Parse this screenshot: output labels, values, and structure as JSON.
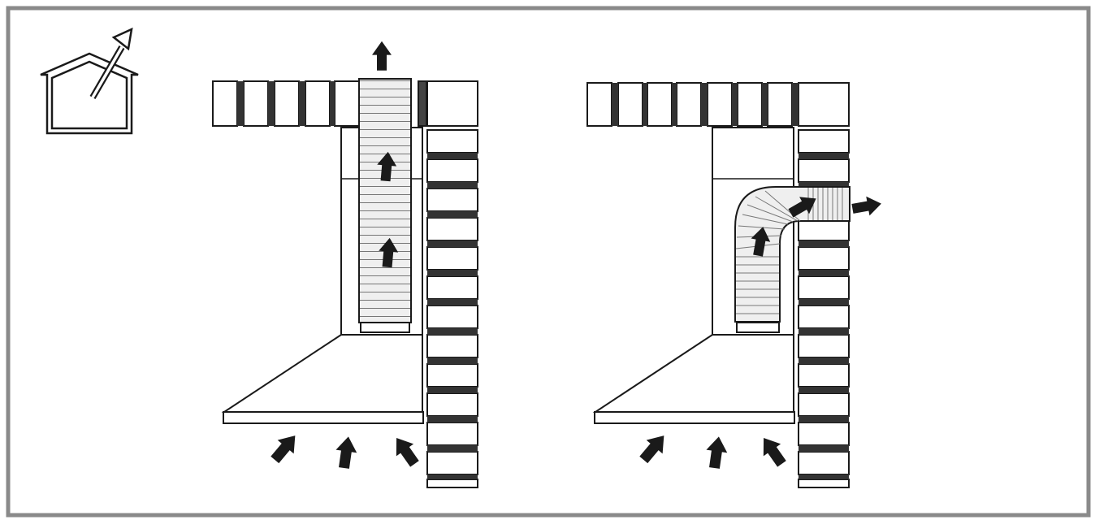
{
  "figure": {
    "frame_color": "#8a8a8a",
    "line_color": "#1a1a1a",
    "fill_color": "#ffffff",
    "duct_fill": "#eeeeee",
    "mortar_color": "#333333",
    "arrow_color": "#1a1a1a"
  },
  "icon": {
    "name": "house-exhaust-outside-icon"
  },
  "panels": [
    {
      "name": "vertical-duct-installation",
      "duct_route": "straight-up-through-ceiling"
    },
    {
      "name": "horizontal-duct-installation",
      "duct_route": "elbow-out-through-wall"
    }
  ]
}
